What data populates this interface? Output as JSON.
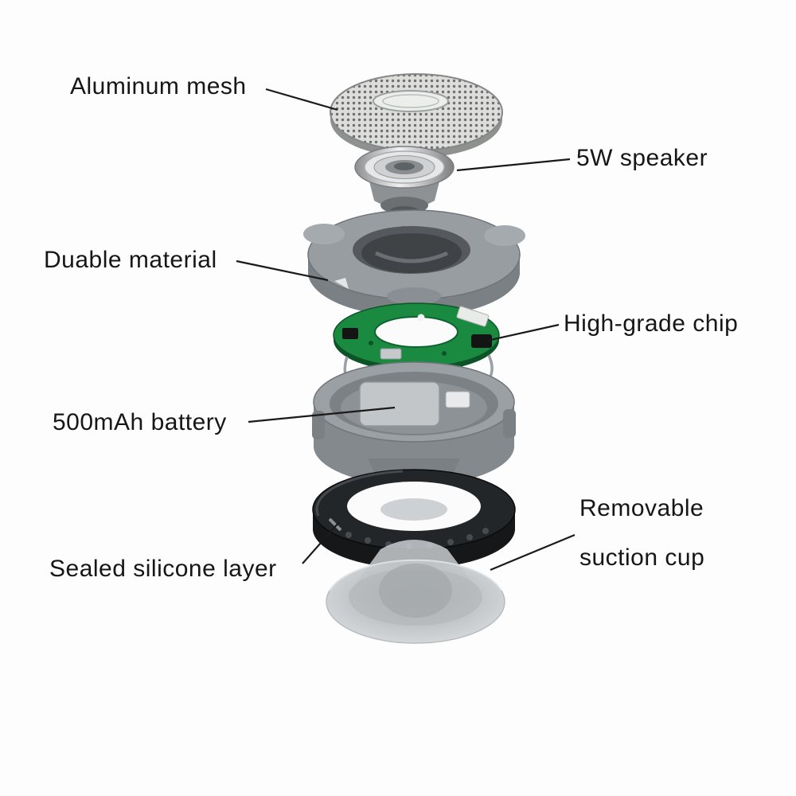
{
  "product_diagram": {
    "labels": {
      "aluminum_mesh": "Aluminum mesh",
      "speaker": "5W speaker",
      "durable_material": "Duable material",
      "chip": "High-grade chip",
      "battery": "500mAh battery",
      "silicone_layer": "Sealed silicone layer",
      "suction_cup_line1": "Removable",
      "suction_cup_line2": "suction cup"
    },
    "colors": {
      "background": "#fdfdfd",
      "text": "#161616",
      "leader_line": "#1a1a1a",
      "mesh_gray": "#dddddb",
      "housing_gray": "#9aa0a4",
      "pcb_green": "#1b8a41",
      "silicone_black": "#232629",
      "suction_cup_gray": "#c9cdd0"
    }
  }
}
